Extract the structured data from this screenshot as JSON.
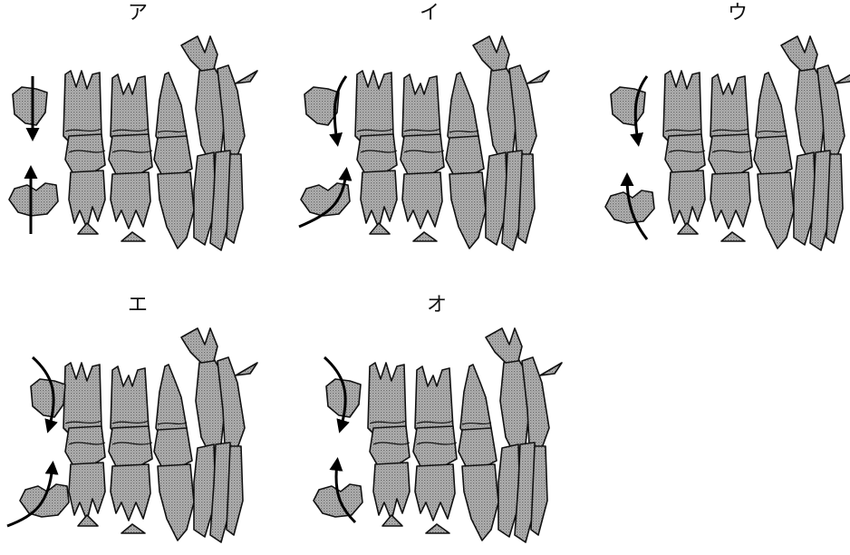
{
  "panels": [
    {
      "label": "ア"
    },
    {
      "label": "イ"
    },
    {
      "label": "ウ"
    },
    {
      "label": "エ"
    },
    {
      "label": "オ"
    }
  ],
  "colors": {
    "tooth_fill": "#a8a8a8",
    "outline": "#111111",
    "arrow": "#000000"
  }
}
